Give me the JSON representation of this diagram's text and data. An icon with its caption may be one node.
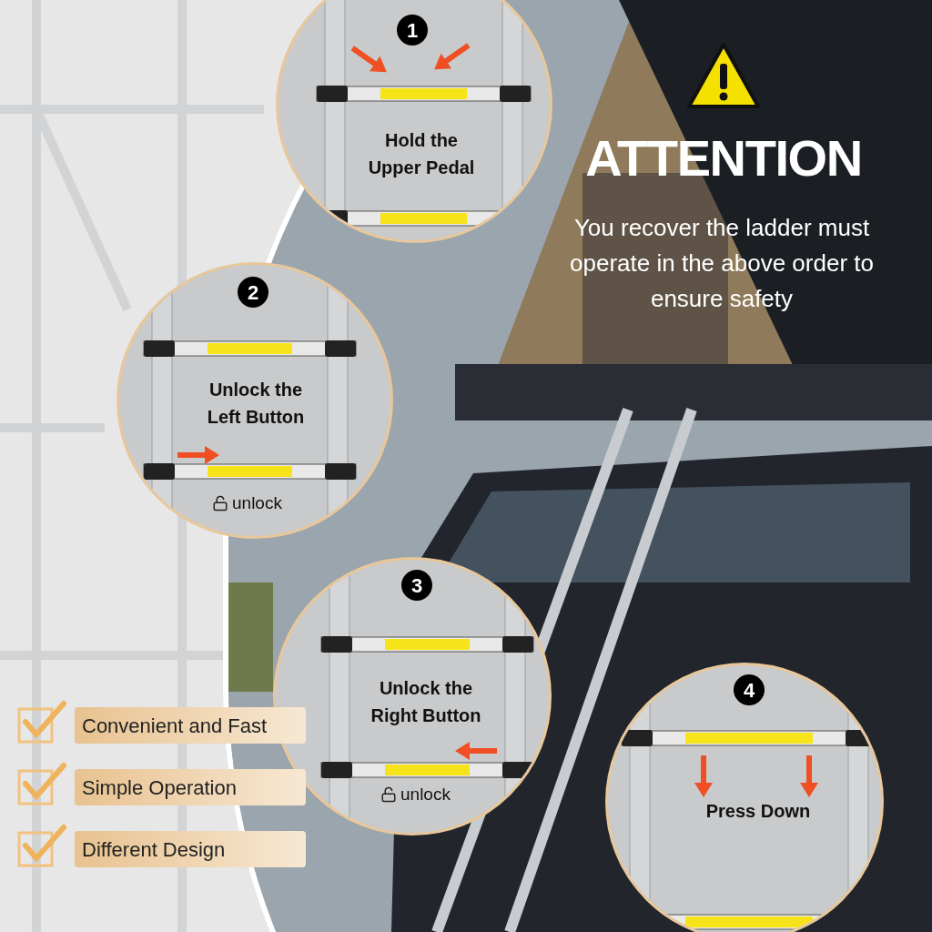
{
  "diagram": {
    "title": "ATTENTION",
    "nodes": [
      {
        "text": [
          "1",
          "Hold the Upper Pedal"
        ]
      },
      {
        "text": [
          "2",
          "Unlock the Left Button",
          "unlock"
        ]
      },
      {
        "text": [
          "3",
          "Unlock the Right Button",
          "unlock"
        ]
      },
      {
        "text": [
          "4",
          "Press Down"
        ]
      },
      {
        "text": [
          "Convenient and Fast"
        ]
      },
      {
        "text": [
          "Simple Operation"
        ]
      },
      {
        "text": [
          "Different Design"
        ]
      }
    ],
    "labels": [
      "You recover the ladder must operate in the above order to ensure safety"
    ]
  }
}
